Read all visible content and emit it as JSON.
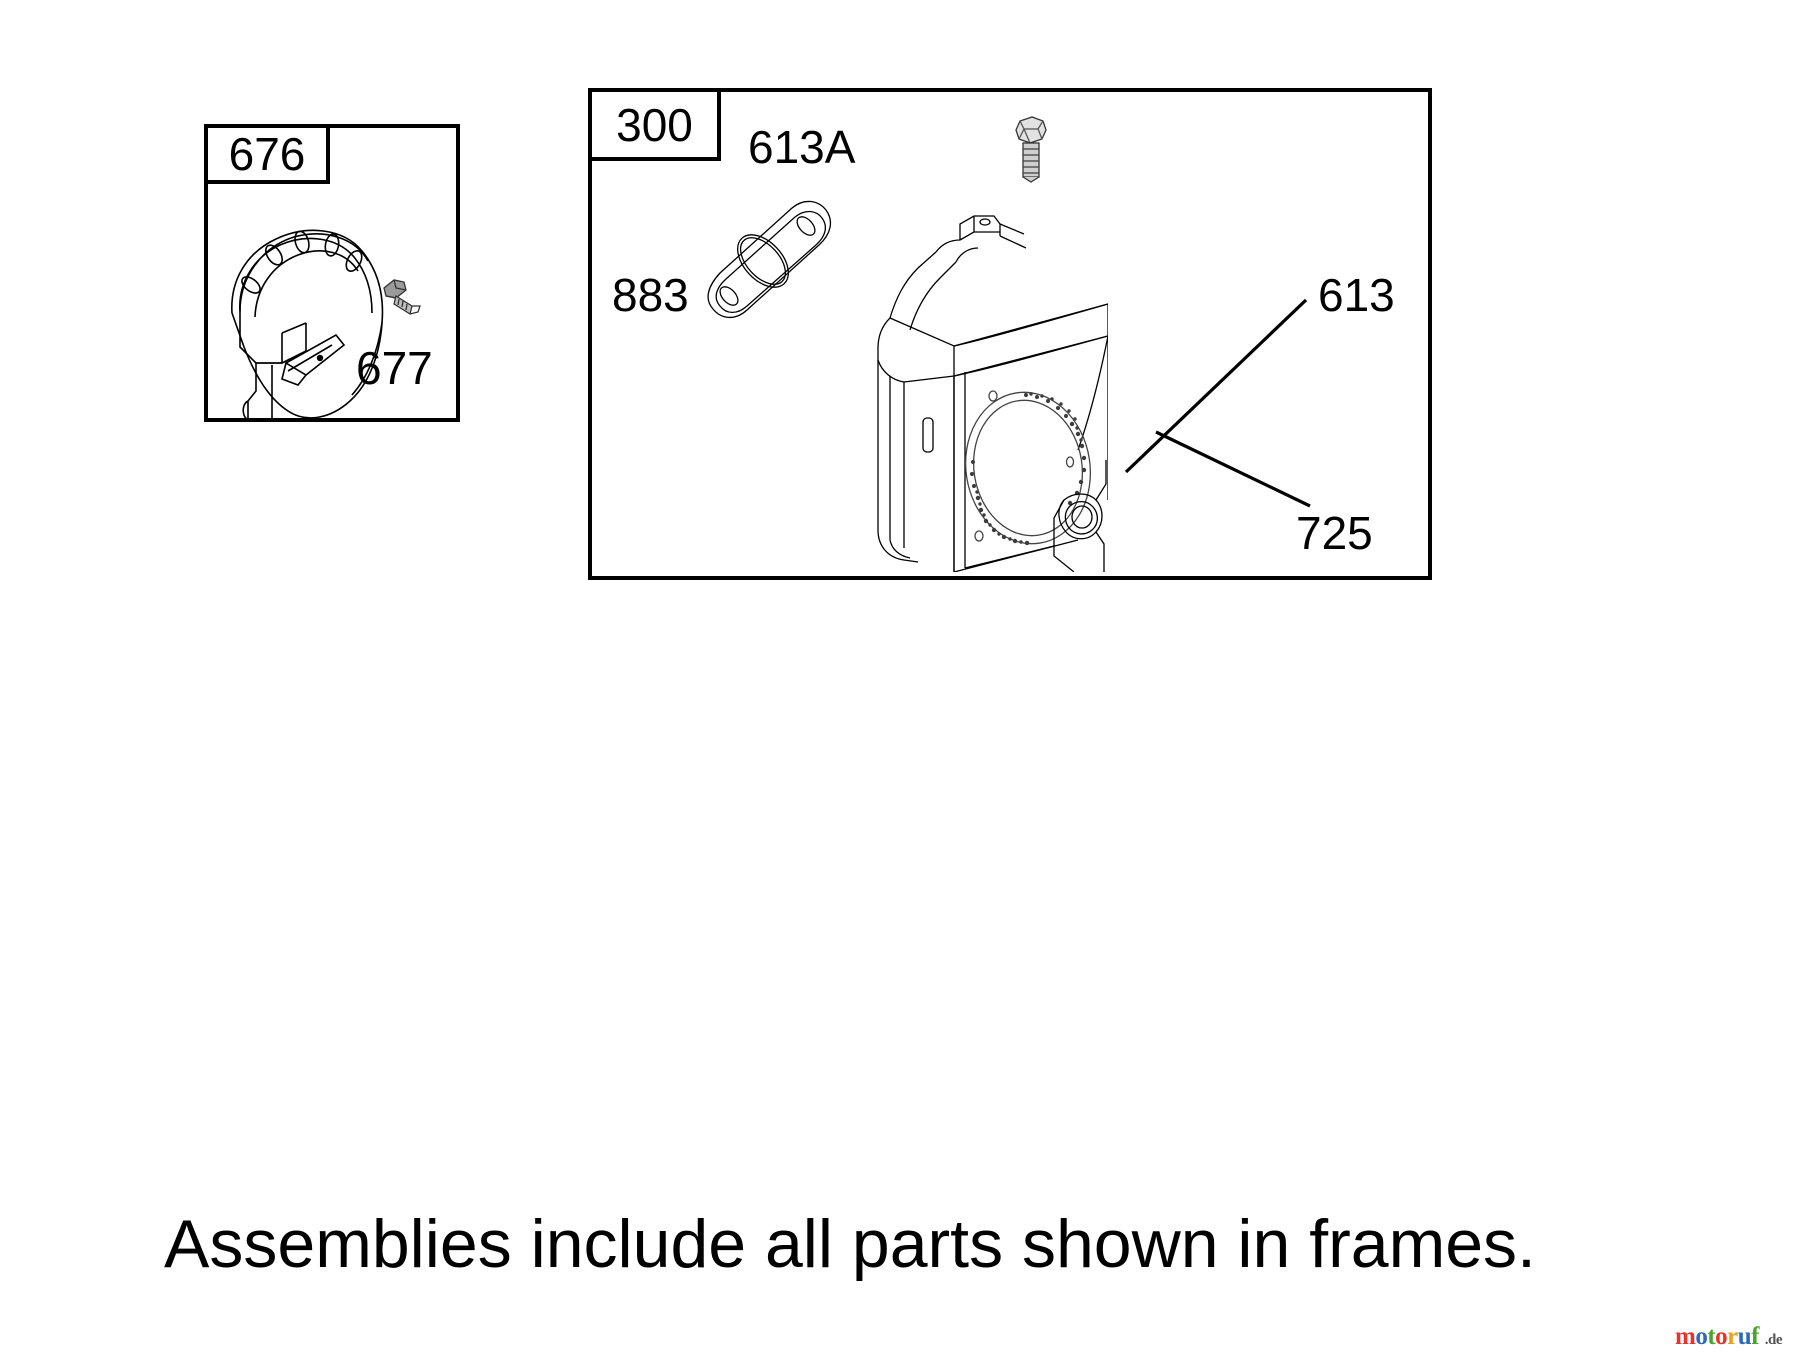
{
  "document": {
    "type": "parts-diagram",
    "caption": "Assemblies include all parts shown in frames."
  },
  "watermark": {
    "brand": "motoruf",
    "suffix": ".de",
    "letter_colors": [
      "#e8332a",
      "#2a6ab8",
      "#4aa32e",
      "#e8332a",
      "#e8a01e",
      "#2a6ab8",
      "#4aa32e"
    ]
  },
  "frames": [
    {
      "id": "frame-676",
      "tag": "676",
      "parts": [
        {
          "ref": "676",
          "name": "blower-housing-cover",
          "kind": "illustration"
        },
        {
          "ref": "677",
          "name": "screw",
          "kind": "illustration"
        }
      ],
      "labels": [
        {
          "ref": "677",
          "text": "677"
        }
      ]
    },
    {
      "id": "frame-300",
      "tag": "300",
      "parts": [
        {
          "ref": "883",
          "name": "muffler-gasket",
          "kind": "illustration"
        },
        {
          "ref": "613A",
          "name": "screw",
          "kind": "illustration"
        },
        {
          "ref": "300",
          "name": "muffler-assembly",
          "kind": "illustration"
        },
        {
          "ref": "613",
          "name": "screw",
          "kind": "illustration"
        },
        {
          "ref": "725",
          "name": "muffler-bracket",
          "kind": "illustration"
        }
      ],
      "labels": [
        {
          "ref": "613A",
          "text": "613A"
        },
        {
          "ref": "883",
          "text": "883"
        },
        {
          "ref": "613",
          "text": "613"
        },
        {
          "ref": "725",
          "text": "725"
        }
      ]
    }
  ]
}
